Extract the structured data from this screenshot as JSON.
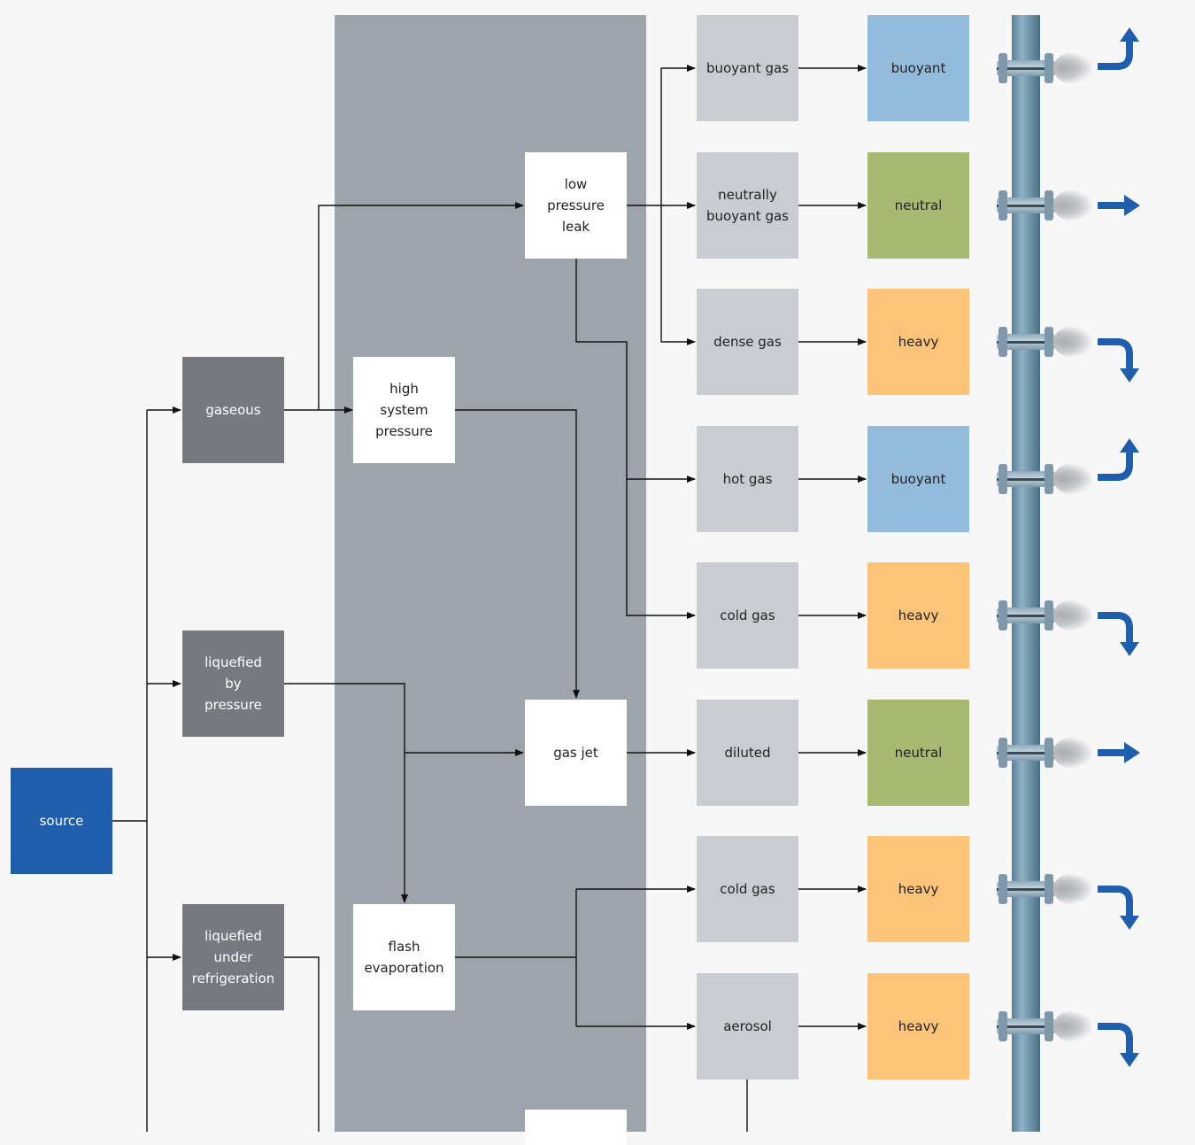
{
  "nodes": {
    "source": "source",
    "gaseous": "gaseous",
    "liquefied_pressure": "liquefied\nby\npressure",
    "liquefied_refrigeration": "liquefied\nunder\nrefrigeration",
    "high_system_pressure": "high\nsystem\npressure",
    "low_pressure_leak": "low\npressure\nleak",
    "gas_jet": "gas jet",
    "flash_evaporation": "flash\nevaporation"
  },
  "rows": [
    {
      "state": "buoyant gas",
      "behaviour": "buoyant",
      "kind": "buoyant"
    },
    {
      "state": "neutrally\nbuoyant gas",
      "behaviour": "neutral",
      "kind": "neutral"
    },
    {
      "state": "dense gas",
      "behaviour": "heavy",
      "kind": "heavy"
    },
    {
      "state": "hot gas",
      "behaviour": "buoyant",
      "kind": "buoyant"
    },
    {
      "state": "cold gas",
      "behaviour": "heavy",
      "kind": "heavy"
    },
    {
      "state": "diluted",
      "behaviour": "neutral",
      "kind": "neutral"
    },
    {
      "state": "cold gas",
      "behaviour": "heavy",
      "kind": "heavy"
    },
    {
      "state": "aerosol",
      "behaviour": "heavy",
      "kind": "heavy"
    }
  ],
  "colors": {
    "source": "#1f5eac",
    "category": "#767a80",
    "process": "#ffffff",
    "state": "#c9ccd0",
    "buoyant": "#93bbdc",
    "neutral": "#a8ba72",
    "heavy": "#fbc478",
    "arrow": "#1f5eac",
    "panel": "#9ea4ac"
  },
  "icons": {
    "buoyant": "arrow-up-turn-icon",
    "neutral": "arrow-right-icon",
    "heavy": "arrow-down-turn-icon"
  }
}
